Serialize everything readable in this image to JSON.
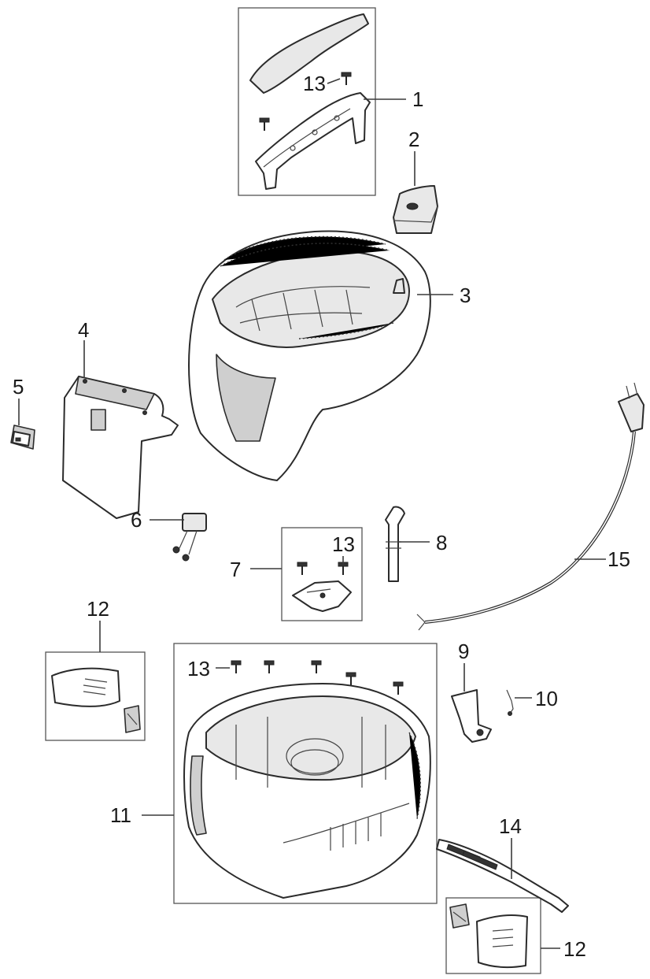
{
  "parts": [
    {
      "number": "1"
    },
    {
      "number": "2"
    },
    {
      "number": "3"
    },
    {
      "number": "4"
    },
    {
      "number": "5"
    },
    {
      "number": "6"
    },
    {
      "number": "7"
    },
    {
      "number": "8"
    },
    {
      "number": "9"
    },
    {
      "number": "10"
    },
    {
      "number": "11"
    },
    {
      "number": "12"
    },
    {
      "number": "12"
    },
    {
      "number": "13"
    },
    {
      "number": "13"
    },
    {
      "number": "13"
    },
    {
      "number": "14"
    },
    {
      "number": "15"
    }
  ]
}
